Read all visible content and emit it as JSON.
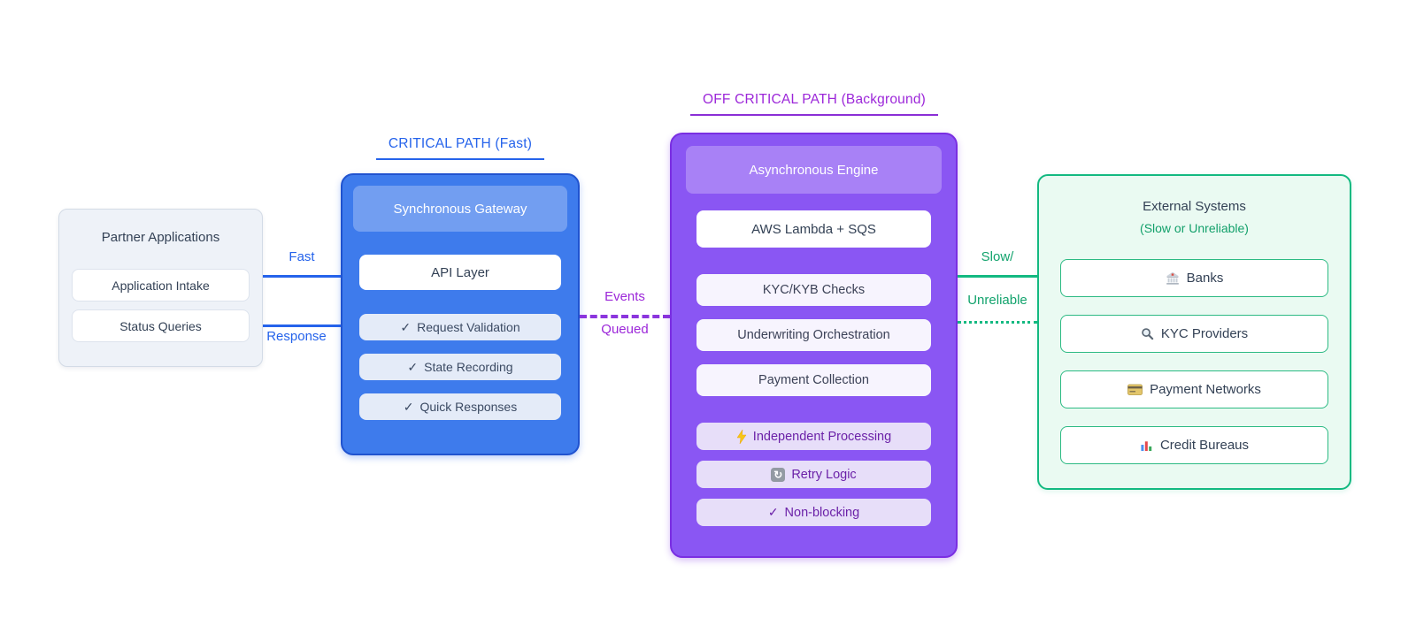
{
  "labels": {
    "critical_path": "CRITICAL PATH (Fast)",
    "off_critical_path": "OFF CRITICAL PATH (Background)"
  },
  "partner": {
    "title": "Partner Applications",
    "items": [
      "Application Intake",
      "Status Queries"
    ]
  },
  "gateway": {
    "header": "Synchronous Gateway",
    "api": "API Layer",
    "features": [
      "Request Validation",
      "State Recording",
      "Quick Responses"
    ]
  },
  "engine": {
    "header": "Asynchronous Engine",
    "tech": "AWS Lambda + SQS",
    "tasks": [
      "KYC/KYB Checks",
      "Underwriting Orchestration",
      "Payment Collection"
    ],
    "traits": [
      "Independent Processing",
      "Retry Logic",
      "Non-blocking"
    ]
  },
  "external": {
    "title": "External Systems",
    "subtitle": "(Slow or Unreliable)",
    "items": [
      "Banks",
      "KYC Providers",
      "Payment Networks",
      "Credit Bureaus"
    ]
  },
  "connectors": {
    "fast": "Fast",
    "response": "Response",
    "events": "Events",
    "queued": "Queued",
    "slow": "Slow/",
    "unreliable": "Unreliable"
  },
  "icons": {
    "check": "✓",
    "retry": "↻"
  },
  "colors": {
    "critical_blue": "#2563eb",
    "background_purple": "#8a56f3",
    "external_green": "#13b981"
  }
}
